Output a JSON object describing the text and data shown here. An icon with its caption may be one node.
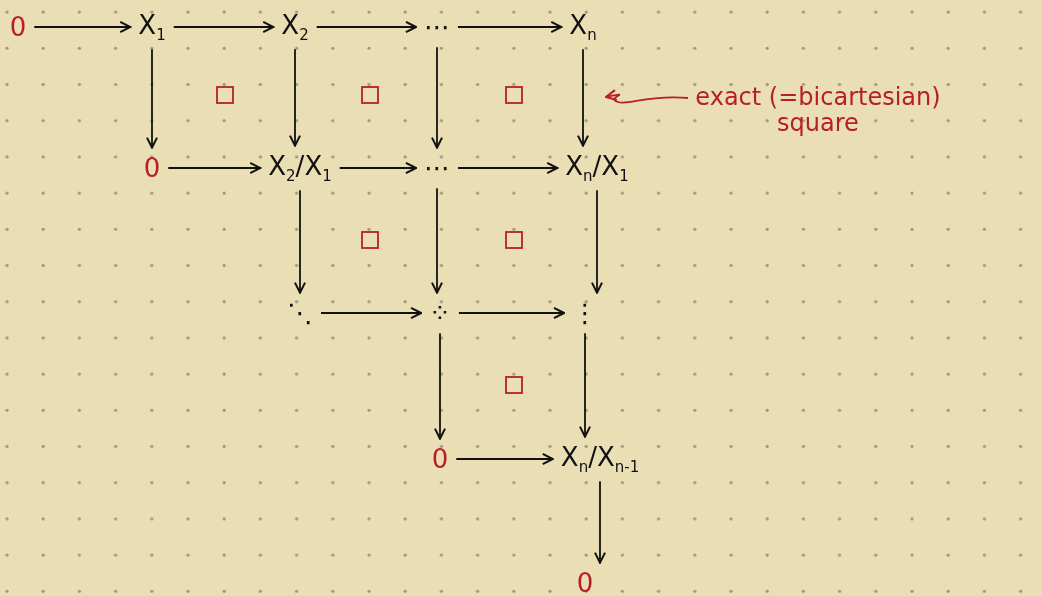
{
  "diagram": {
    "nodes": [
      {
        "text": [
          "0"
        ]
      },
      {
        "text": [
          "X$_{1}$"
        ]
      },
      {
        "text": [
          "X$_{2}$"
        ]
      },
      {
        "text": [
          "⋯"
        ]
      },
      {
        "text": [
          "X$_{n}$"
        ]
      },
      {
        "text": [
          "0"
        ]
      },
      {
        "text": [
          "X$_{2}$/X$_{1}$"
        ]
      },
      {
        "text": [
          "⋯"
        ]
      },
      {
        "text": [
          "X$_{n}$/X$_{1}$"
        ]
      },
      {
        "text": [
          "⋱"
        ]
      },
      {
        "text": [
          "⁘"
        ]
      },
      {
        "text": [
          "⋮"
        ]
      },
      {
        "text": [
          "0"
        ]
      },
      {
        "text": [
          "X$_{n}$/X$_{n-1}$"
        ]
      },
      {
        "text": [
          "0"
        ]
      },
      {
        "text": [
          "exact (=bicartesian) square"
        ]
      }
    ],
    "edges": [
      {
        "from": 0,
        "to": 1,
        "arrow": "to"
      },
      {
        "from": 1,
        "to": 2,
        "arrow": "to"
      },
      {
        "from": 2,
        "to": 3,
        "arrow": "to"
      },
      {
        "from": 3,
        "to": 4,
        "arrow": "to"
      },
      {
        "from": 1,
        "to": 5,
        "arrow": "to"
      },
      {
        "from": 2,
        "to": 6,
        "arrow": "to"
      },
      {
        "from": 3,
        "to": 7,
        "arrow": "to"
      },
      {
        "from": 4,
        "to": 8,
        "arrow": "to"
      },
      {
        "from": 5,
        "to": 6,
        "arrow": "to"
      },
      {
        "from": 6,
        "to": 7,
        "arrow": "to"
      },
      {
        "from": 7,
        "to": 8,
        "arrow": "to"
      },
      {
        "from": 6,
        "to": 9,
        "arrow": "to"
      },
      {
        "from": 7,
        "to": 10,
        "arrow": "to"
      },
      {
        "from": 8,
        "to": 11,
        "arrow": "to"
      },
      {
        "from": 9,
        "to": 10,
        "arrow": "to"
      },
      {
        "from": 10,
        "to": 11,
        "arrow": "to"
      },
      {
        "from": 10,
        "to": 12,
        "arrow": "to"
      },
      {
        "from": 11,
        "to": 13,
        "arrow": "to"
      },
      {
        "from": 12,
        "to": 13,
        "arrow": "to"
      },
      {
        "from": 13,
        "to": 14,
        "arrow": "to"
      },
      {
        "from": 15,
        "to": null,
        "arrow": "to",
        "color": "#b81e24"
      }
    ]
  }
}
